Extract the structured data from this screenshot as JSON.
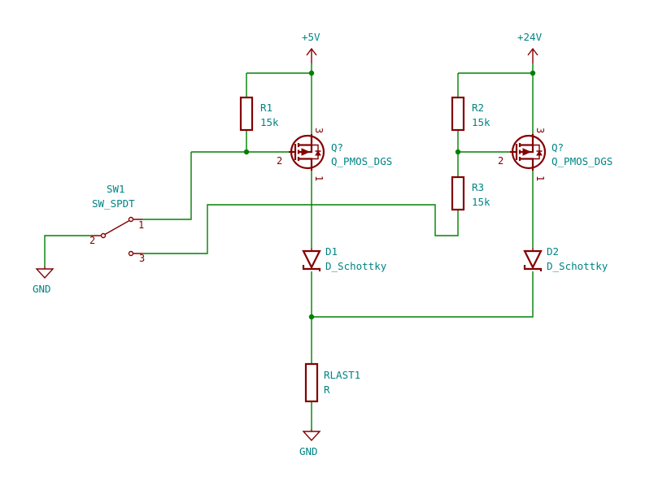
{
  "power": {
    "v5": "+5V",
    "v24": "+24V",
    "gnd": "GND"
  },
  "switch": {
    "ref": "SW1",
    "value": "SW_SPDT",
    "pin1": "1",
    "pin2": "2",
    "pin3": "3"
  },
  "r1": {
    "ref": "R1",
    "value": "15k"
  },
  "r2": {
    "ref": "R2",
    "value": "15k"
  },
  "r3": {
    "ref": "R3",
    "value": "15k"
  },
  "q1": {
    "ref": "Q?",
    "value": "Q_PMOS_DGS",
    "pin_g": "2",
    "pin_s": "3",
    "pin_d": "1"
  },
  "q2": {
    "ref": "Q?",
    "value": "Q_PMOS_DGS",
    "pin_g": "2",
    "pin_s": "3",
    "pin_d": "1"
  },
  "d1": {
    "ref": "D1",
    "value": "D_Schottky"
  },
  "d2": {
    "ref": "D2",
    "value": "D_Schottky"
  },
  "rlast": {
    "ref": "RLAST1",
    "value": "R"
  },
  "colors": {
    "wire": "#008000",
    "part": "#840000",
    "label": "#008484"
  }
}
